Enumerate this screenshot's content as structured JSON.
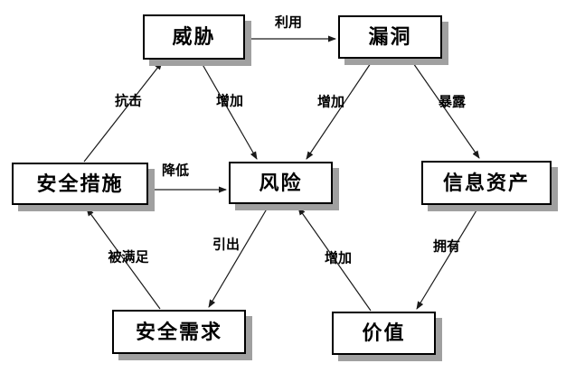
{
  "diagram": {
    "type": "concept-relationship-diagram",
    "nodes": [
      {
        "id": "threat",
        "label": "威胁"
      },
      {
        "id": "vulnerability",
        "label": "漏洞"
      },
      {
        "id": "safeguard",
        "label": "安全措施"
      },
      {
        "id": "risk",
        "label": "风险"
      },
      {
        "id": "information-asset",
        "label": "信息资产"
      },
      {
        "id": "security-requirement",
        "label": "安全需求"
      },
      {
        "id": "value",
        "label": "价值"
      }
    ],
    "edges": [
      {
        "from": "威胁",
        "to": "漏洞",
        "label": "利用"
      },
      {
        "from": "安全措施",
        "to": "威胁",
        "label": "抗击"
      },
      {
        "from": "威胁",
        "to": "风险",
        "label": "增加"
      },
      {
        "from": "漏洞",
        "to": "风险",
        "label": "增加"
      },
      {
        "from": "漏洞",
        "to": "信息资产",
        "label": "暴露"
      },
      {
        "from": "安全措施",
        "to": "风险",
        "label": "降低"
      },
      {
        "from": "安全需求",
        "to": "安全措施",
        "label": "被满足"
      },
      {
        "from": "风险",
        "to": "安全需求",
        "label": "引出"
      },
      {
        "from": "价值",
        "to": "风险",
        "label": "增加"
      },
      {
        "from": "信息资产",
        "to": "价值",
        "label": "拥有"
      }
    ],
    "colors": {
      "line": "#1a1a1a",
      "box_border": "#000000",
      "box_fill": "#ffffff",
      "shadow": "#a0a0a0",
      "background": "#ffffff",
      "text": "#000000"
    }
  }
}
